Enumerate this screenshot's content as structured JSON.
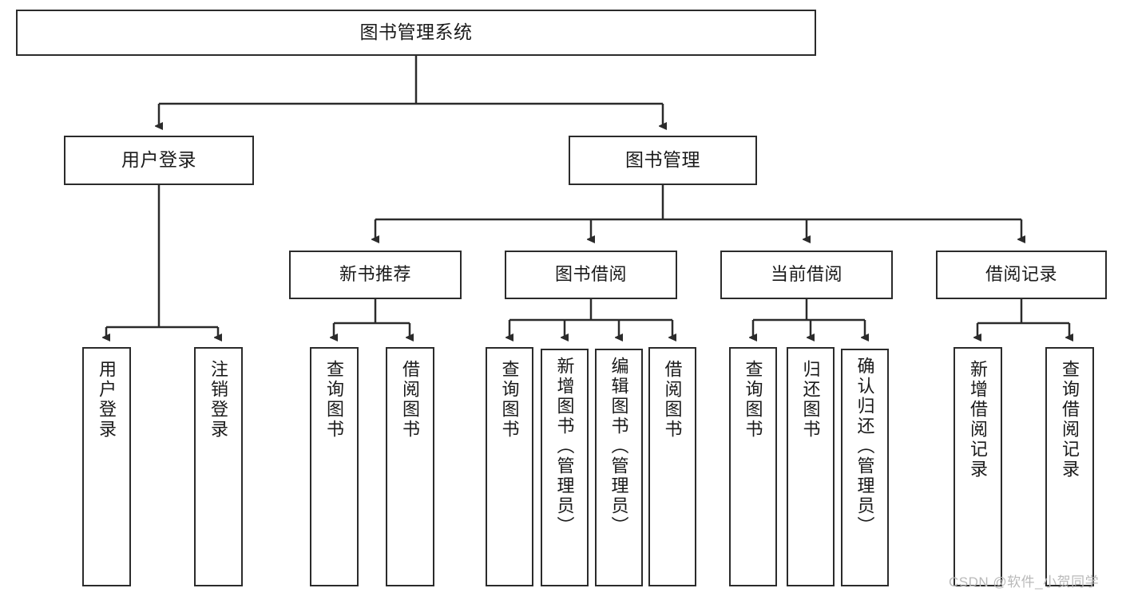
{
  "diagram": {
    "title": "图书管理系统",
    "type": "tree",
    "colors": {
      "box_border": "#2b2b2b",
      "box_fill": "#ffffff",
      "edge": "#2b2b2b",
      "text": "#1a1a1a",
      "watermark": "#b9b9b9",
      "background": "#ffffff"
    },
    "root": {
      "label": "图书管理系统"
    },
    "level1": [
      {
        "label": "用户登录"
      },
      {
        "label": "图书管理"
      }
    ],
    "level2": [
      {
        "label": "新书推荐"
      },
      {
        "label": "图书借阅"
      },
      {
        "label": "当前借阅"
      },
      {
        "label": "借阅记录"
      }
    ],
    "leaves": {
      "user_login": [
        {
          "label": "用户登录"
        },
        {
          "label": "注销登录"
        }
      ],
      "new_book_recommend": [
        {
          "label": "查询图书"
        },
        {
          "label": "借阅图书"
        }
      ],
      "book_borrow": [
        {
          "label": "查询图书"
        },
        {
          "label": "新增图书（管理员）"
        },
        {
          "label": "编辑图书（管理员）"
        },
        {
          "label": "借阅图书"
        }
      ],
      "current_borrow": [
        {
          "label": "查询图书"
        },
        {
          "label": "归还图书"
        },
        {
          "label": "确认归还（管理员）"
        }
      ],
      "borrow_record": [
        {
          "label": "新增借阅记录"
        },
        {
          "label": "查询借阅记录"
        }
      ]
    }
  },
  "watermark": {
    "text": "CSDN @软件_小贺同学"
  }
}
